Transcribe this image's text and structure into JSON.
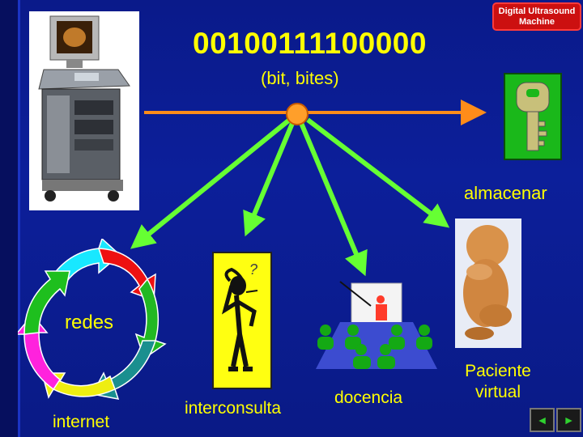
{
  "badge": {
    "line1": "Digital Ultrasound",
    "line2": "Machine"
  },
  "binary_string": "00100111100000",
  "bit_label": "(bit, bites)",
  "labels": {
    "almacenar": "almacenar",
    "redes": "redes",
    "internet": "internet",
    "interconsulta": "interconsulta",
    "docencia": "docencia",
    "paciente_line1": "Paciente",
    "paciente_line2": "virtual",
    "thinker_mark": "?"
  },
  "nav": {
    "prev": "◄",
    "next": "►"
  },
  "colors": {
    "text": "#ffff00",
    "arrow_main": "#ff8c1a",
    "arrow_branches": "#66ff33",
    "hub": "#ff8c1a",
    "badge": "#cc1010"
  },
  "icons": [
    "ultrasound-machine-image",
    "key-icon",
    "cycle-arrows-icon",
    "thinker-icon",
    "teacher-icon",
    "fetus-image"
  ]
}
